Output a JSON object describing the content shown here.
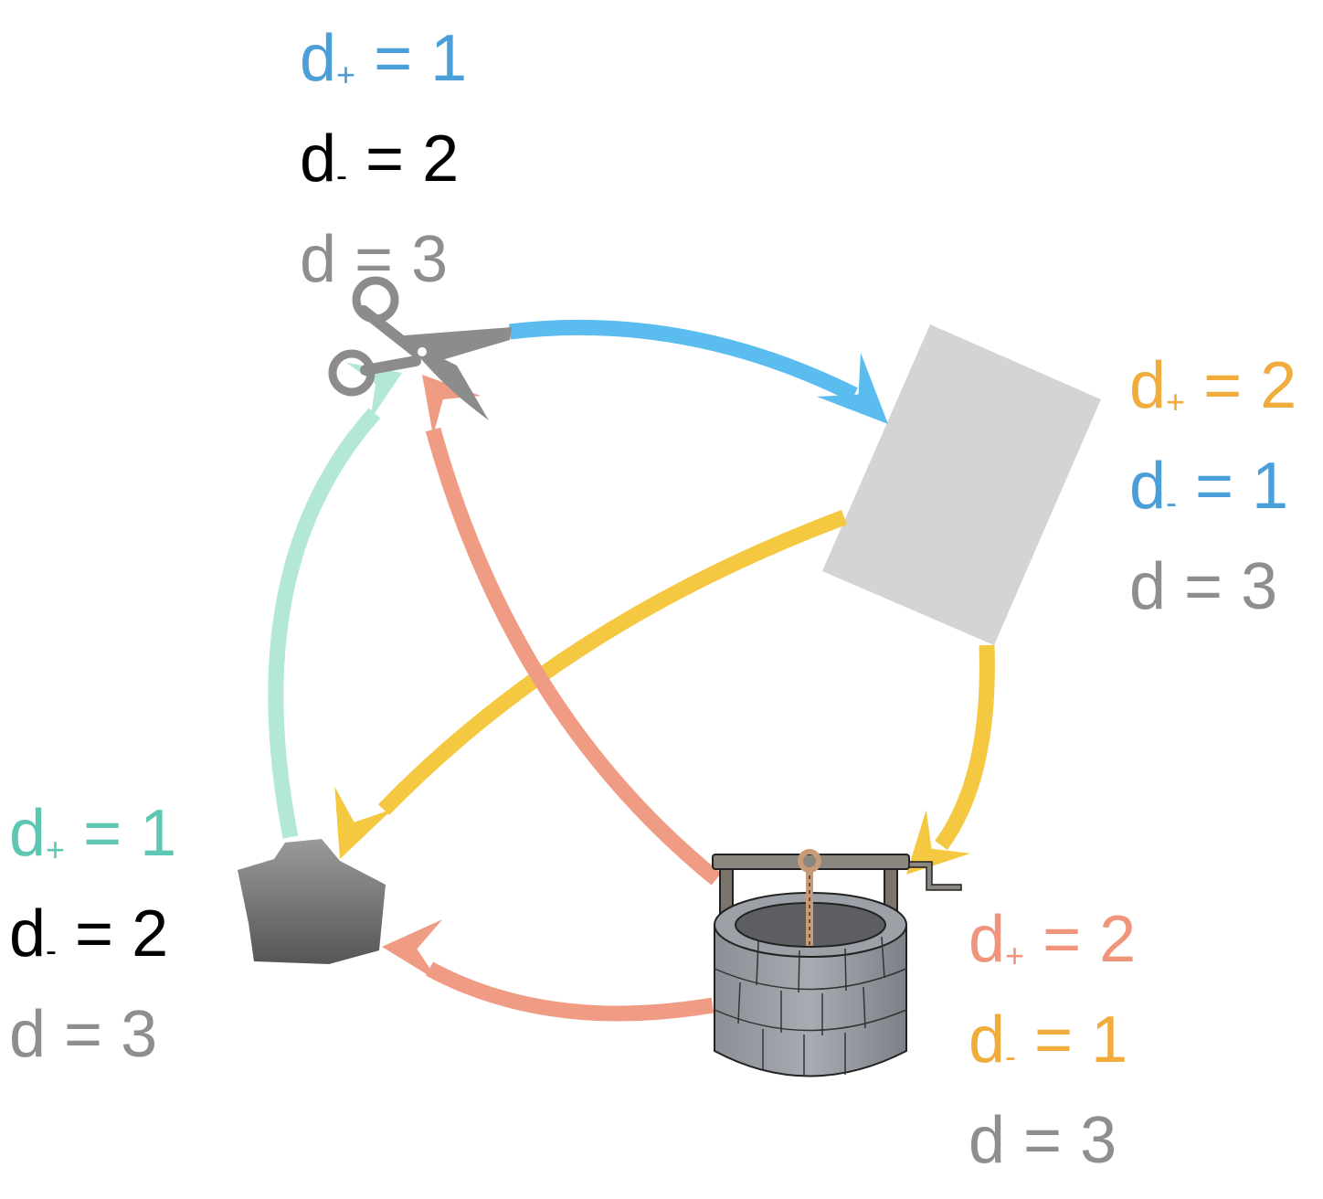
{
  "colors": {
    "blue_arrow": "#5bbcef",
    "yellow_arrow": "#f5c842",
    "salmon_arrow": "#f09c84",
    "mint_arrow": "#b3e8d9",
    "blue_text": "#4a9fd8",
    "orange_text": "#f0ac3c",
    "salmon_text": "#f0947c",
    "teal_text": "#5ec7b3",
    "black_text": "#000000",
    "gray_text": "#8e8e8e",
    "paper_fill": "#d4d4d4",
    "scissors_fill": "#8c8c8c"
  },
  "nodes": {
    "scissors": {
      "icon": "scissors-icon",
      "lines": [
        {
          "base": "d",
          "sub": "+",
          "rest": " = 1",
          "color": "#4a9fd8"
        },
        {
          "base": "d",
          "sub": "-",
          "rest": " = 2",
          "color": "#000000"
        },
        {
          "base": "d",
          "sub": "",
          "rest": " = 3",
          "color": "#8e8e8e"
        }
      ]
    },
    "paper": {
      "icon": "paper-icon",
      "lines": [
        {
          "base": "d",
          "sub": "+",
          "rest": " = 2",
          "color": "#f0ac3c"
        },
        {
          "base": "d",
          "sub": "-",
          "rest": " = 1",
          "color": "#4a9fd8"
        },
        {
          "base": "d",
          "sub": "",
          "rest": " = 3",
          "color": "#8e8e8e"
        }
      ]
    },
    "rock": {
      "icon": "rock-icon",
      "lines": [
        {
          "base": "d",
          "sub": "+",
          "rest": " = 1",
          "color": "#5ec7b3"
        },
        {
          "base": "d",
          "sub": "-",
          "rest": " = 2",
          "color": "#000000"
        },
        {
          "base": "d",
          "sub": "",
          "rest": " = 3",
          "color": "#8e8e8e"
        }
      ]
    },
    "well": {
      "icon": "well-icon",
      "lines": [
        {
          "base": "d",
          "sub": "+",
          "rest": " = 2",
          "color": "#f0947c"
        },
        {
          "base": "d",
          "sub": "-",
          "rest": " = 1",
          "color": "#f0ac3c"
        },
        {
          "base": "d",
          "sub": "",
          "rest": " = 3",
          "color": "#8e8e8e"
        }
      ]
    }
  },
  "edges": [
    {
      "from": "scissors",
      "to": "paper",
      "color": "#5bbcef"
    },
    {
      "from": "paper",
      "to": "rock",
      "color": "#f5c842"
    },
    {
      "from": "paper",
      "to": "well",
      "color": "#f5c842"
    },
    {
      "from": "rock",
      "to": "scissors",
      "color": "#b3e8d9"
    },
    {
      "from": "well",
      "to": "scissors",
      "color": "#f09c84"
    },
    {
      "from": "well",
      "to": "rock",
      "color": "#f09c84"
    }
  ]
}
